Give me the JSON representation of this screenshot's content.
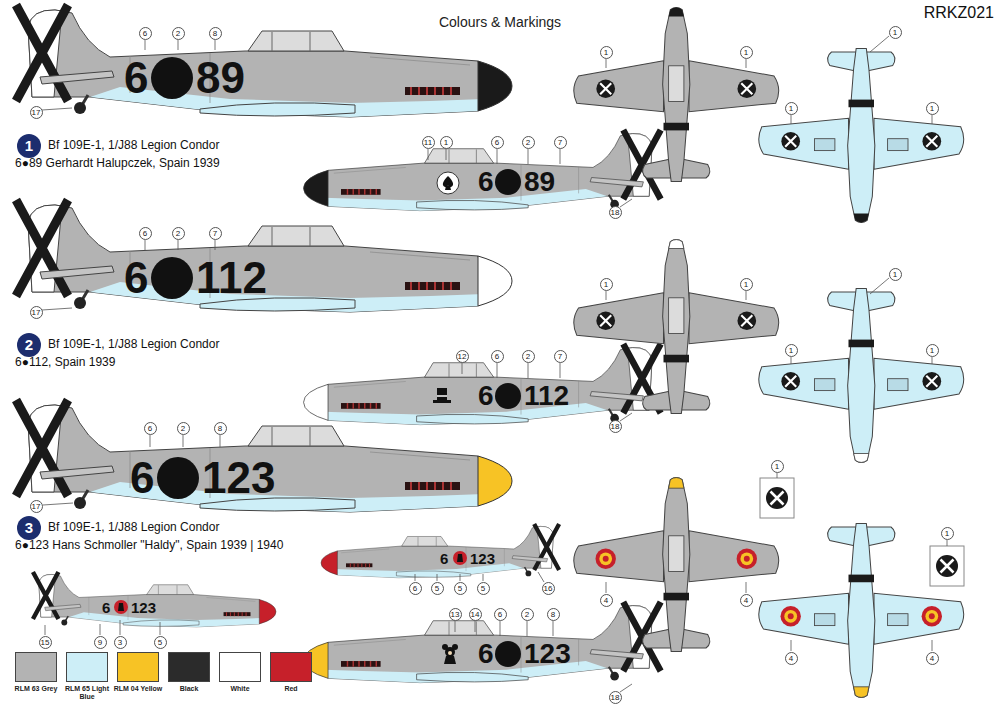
{
  "diagram": {
    "title": "Colours & Markings",
    "nodes": [
      {
        "text": [
          "1"
        ]
      },
      {
        "text": [
          "2"
        ]
      },
      {
        "text": [
          "3"
        ]
      }
    ],
    "labels": [
      "RRKZ021",
      "6",
      "89",
      "6",
      "2",
      "8",
      "17",
      "Bf 109E-1, 1/J88 Legion Condor",
      "6●89 Gerhardt Halupczek, Spain 1939",
      "11",
      "1",
      "6",
      "2",
      "7",
      "6",
      "89",
      "18",
      "1",
      "1",
      "1",
      "1",
      "1",
      "6",
      "112",
      "6",
      "2",
      "7",
      "17",
      "Bf 109E-1, 1/J88 Legion Condor",
      "6●112, Spain 1939",
      "12",
      "6",
      "2",
      "7",
      "6",
      "112",
      "18",
      "1",
      "1",
      "1",
      "1",
      "1",
      "6",
      "123",
      "6",
      "2",
      "8",
      "17",
      "Bf 109E-1, 1/J88 Legion Condor",
      "6●123 Hans Schmoller \"Haldy\", Spain 1939 | 1940",
      "6",
      "123",
      "6",
      "5",
      "5",
      "5",
      "16",
      "6",
      "123",
      "15",
      "9",
      "3",
      "5",
      "13",
      "14",
      "6",
      "2",
      "8",
      "6",
      "123",
      "18",
      "4",
      "4",
      "1",
      "4",
      "4",
      "1"
    ],
    "legend": [
      {
        "text": "RLM 63 Grey",
        "color": "#b3b3b3"
      },
      {
        "text": "RLM 65 Light Blue",
        "color": "#cdeef7"
      },
      {
        "text": "RLM 04 Yellow",
        "color": "#f7c325"
      },
      {
        "text": "Black",
        "color": "#2b2b2b"
      },
      {
        "text": "White",
        "color": "#ffffff"
      },
      {
        "text": "Red",
        "color": "#c6202a"
      }
    ]
  }
}
